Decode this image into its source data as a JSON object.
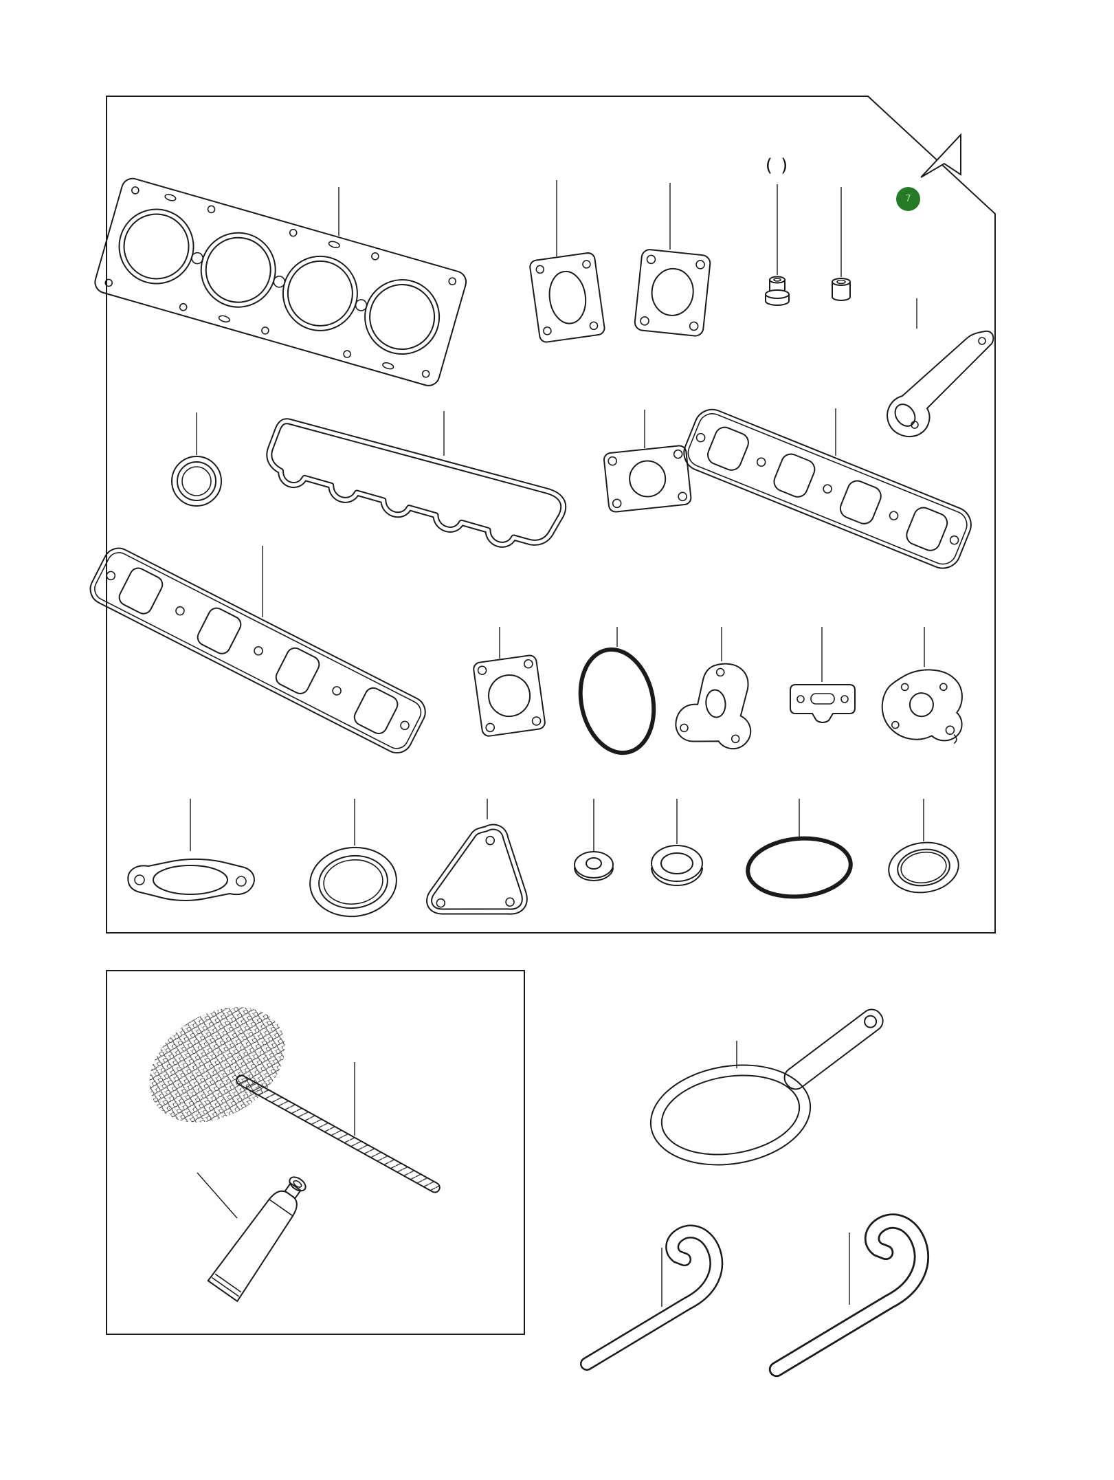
{
  "document": {
    "type": "parts-catalog-figure",
    "subject": "engine gasket kit with service tools"
  },
  "callout": {
    "number": "7",
    "badge_color": "#267a26"
  },
  "labels": {
    "optional_marker": "( )"
  },
  "colors": {
    "line": "#1a1a1a",
    "background": "#ffffff"
  },
  "parts": {
    "gasket_kit_panel": [
      "cylinder-head-gasket",
      "exhaust-outlet-gasket",
      "inlet-port-gasket",
      "valve-stem-seal",
      "seal-cap",
      "water-outlet-gasket",
      "camshaft-oil-seal",
      "rocker-cover-gasket",
      "side-cover-gasket",
      "intake-manifold-gasket",
      "exhaust-manifold-gasket",
      "pipe-flange-gasket",
      "large-o-ring",
      "water-pump-gasket",
      "bracket-gasket",
      "thermostat-housing-gasket",
      "exhaust-pipe-gasket",
      "crankshaft-front-seal",
      "triangular-cover-gasket",
      "grommet-washer",
      "seal-ring",
      "o-ring",
      "rear-oil-seal"
    ],
    "service_items_panel": [
      "cleaning-brush",
      "sealant-tube"
    ],
    "loose_tools": [
      "oil-filter-wrench",
      "hook-spanner-wrench-1",
      "hook-spanner-wrench-2"
    ]
  }
}
